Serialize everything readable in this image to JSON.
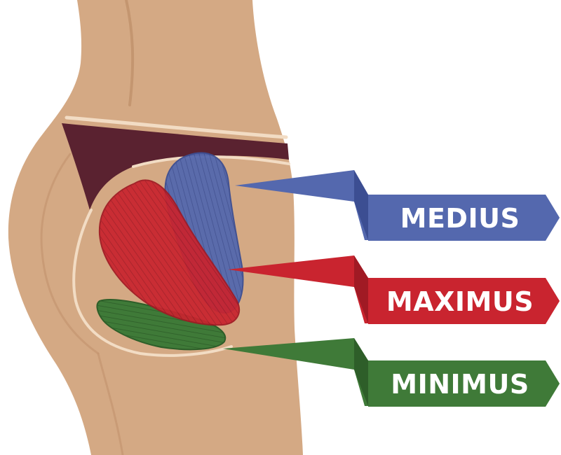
{
  "labels": {
    "medius": "MEDIUS",
    "maximus": "MAXIMUS",
    "minimus": "MINIMUS"
  },
  "colors": {
    "skin": "#D4A984",
    "skin_shadow": "#C49670",
    "skin_line": "#F2DCC4",
    "underwear": "#5A2230",
    "medius": "#5468AE",
    "medius_dark": "#3C4E92",
    "maximus": "#C9242F",
    "maximus_dark": "#A01A24",
    "minimus": "#3F7A38",
    "minimus_dark": "#2E5E29"
  }
}
